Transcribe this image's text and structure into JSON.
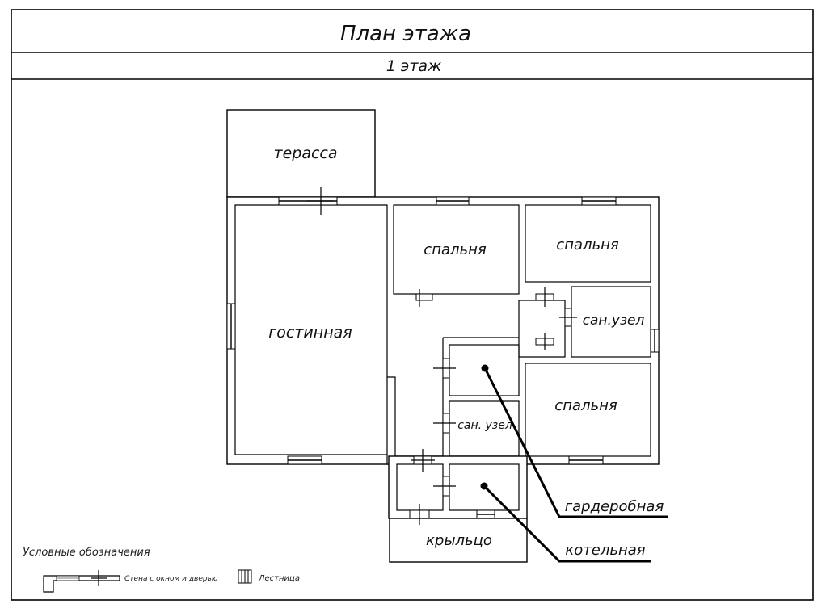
{
  "header": {
    "title": "План этажа",
    "subtitle": "1 этаж"
  },
  "rooms": {
    "terrace": "терасса",
    "bedroom_top_left": "спальня",
    "bedroom_top_right": "спальня",
    "bathroom_right": "сан.узел",
    "living_room": "гостинная",
    "bathroom_center": "сан. узел",
    "bedroom_bottom_right": "спальня",
    "porch": "крыльцо"
  },
  "callouts": {
    "wardrobe": "гардеробная",
    "boiler_room": "котельная"
  },
  "legend": {
    "title": "Условные обозначения",
    "wall_item": "Стена с окном и дверью",
    "stairs_item": "Лестница"
  }
}
